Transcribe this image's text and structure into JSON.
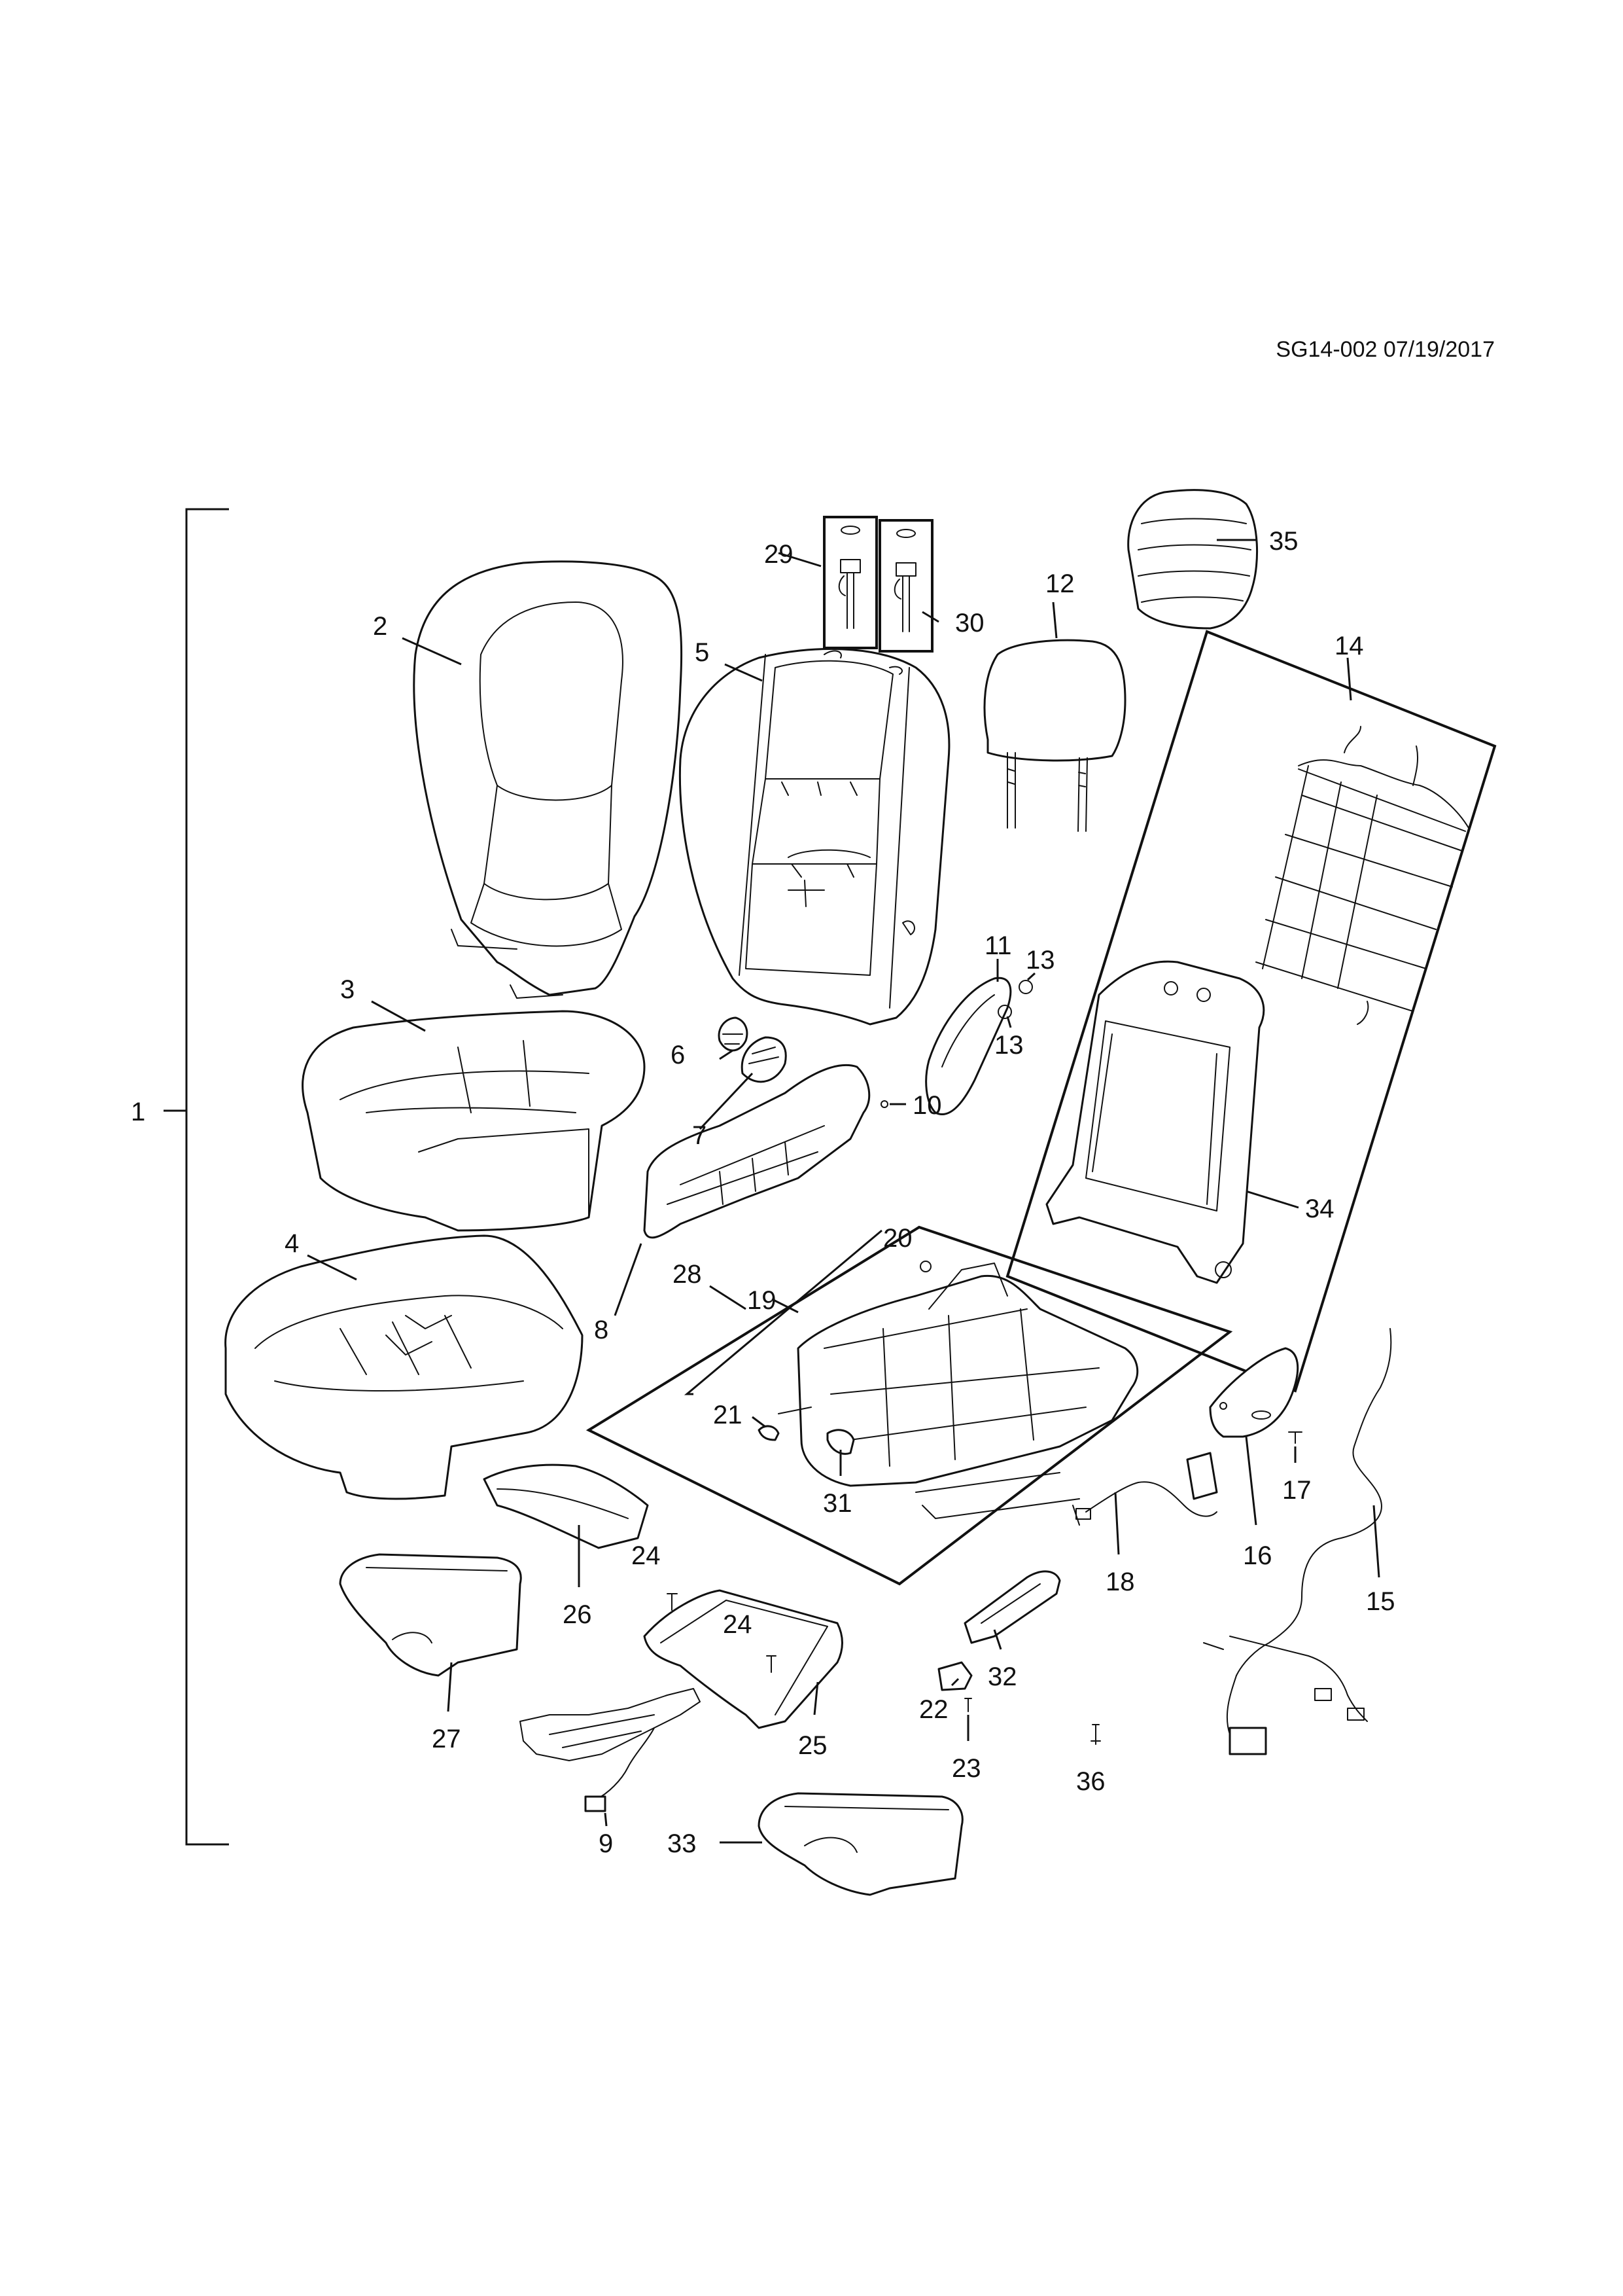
{
  "document_ref": "SG14-002 07/19/2017",
  "callouts": [
    {
      "id": "c1",
      "label": "1"
    },
    {
      "id": "c2",
      "label": "2"
    },
    {
      "id": "c3",
      "label": "3"
    },
    {
      "id": "c4",
      "label": "4"
    },
    {
      "id": "c5",
      "label": "5"
    },
    {
      "id": "c6",
      "label": "6"
    },
    {
      "id": "c7",
      "label": "7"
    },
    {
      "id": "c8",
      "label": "8"
    },
    {
      "id": "c9",
      "label": "9"
    },
    {
      "id": "c10",
      "label": "10"
    },
    {
      "id": "c11",
      "label": "11"
    },
    {
      "id": "c12",
      "label": "12"
    },
    {
      "id": "c13a",
      "label": "13"
    },
    {
      "id": "c13b",
      "label": "13"
    },
    {
      "id": "c14",
      "label": "14"
    },
    {
      "id": "c15",
      "label": "15"
    },
    {
      "id": "c16",
      "label": "16"
    },
    {
      "id": "c17",
      "label": "17"
    },
    {
      "id": "c18",
      "label": "18"
    },
    {
      "id": "c19",
      "label": "19"
    },
    {
      "id": "c20",
      "label": "20"
    },
    {
      "id": "c21",
      "label": "21"
    },
    {
      "id": "c22",
      "label": "22"
    },
    {
      "id": "c23",
      "label": "23"
    },
    {
      "id": "c24a",
      "label": "24"
    },
    {
      "id": "c24b",
      "label": "24"
    },
    {
      "id": "c25",
      "label": "25"
    },
    {
      "id": "c26",
      "label": "26"
    },
    {
      "id": "c27",
      "label": "27"
    },
    {
      "id": "c28",
      "label": "28"
    },
    {
      "id": "c29",
      "label": "29"
    },
    {
      "id": "c30",
      "label": "30"
    },
    {
      "id": "c31",
      "label": "31"
    },
    {
      "id": "c32",
      "label": "32"
    },
    {
      "id": "c33",
      "label": "33"
    },
    {
      "id": "c34",
      "label": "34"
    },
    {
      "id": "c35",
      "label": "35"
    },
    {
      "id": "c36",
      "label": "36"
    }
  ]
}
